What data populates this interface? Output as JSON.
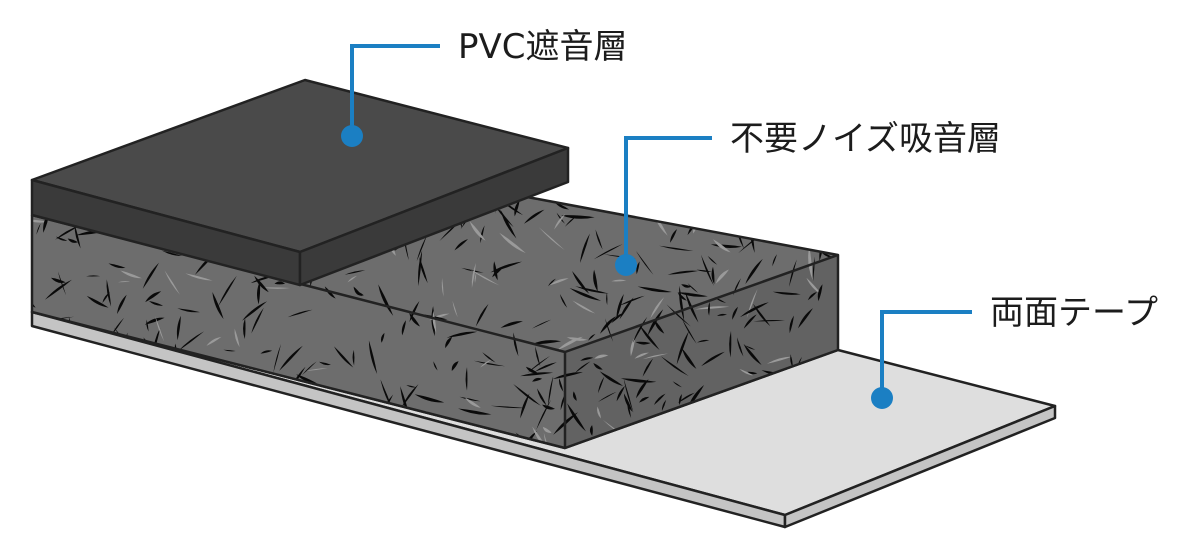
{
  "diagram": {
    "labels": {
      "pvc": "PVC遮音層",
      "absorb": "不要ノイズ吸音層",
      "tape": "両面テープ"
    }
  },
  "colors": {
    "accent": "#1b7fc3",
    "pvc_top": "#4a4a4a",
    "pvc_side": "#3a3a3a",
    "foam": "#6d6d6d",
    "foam_fleck": "#0a0a0a",
    "tape_top": "#dedede",
    "tape_side": "#c4c4c4",
    "outline": "#222222"
  },
  "icons": {
    "callout_marker": "circle-dot-icon"
  }
}
